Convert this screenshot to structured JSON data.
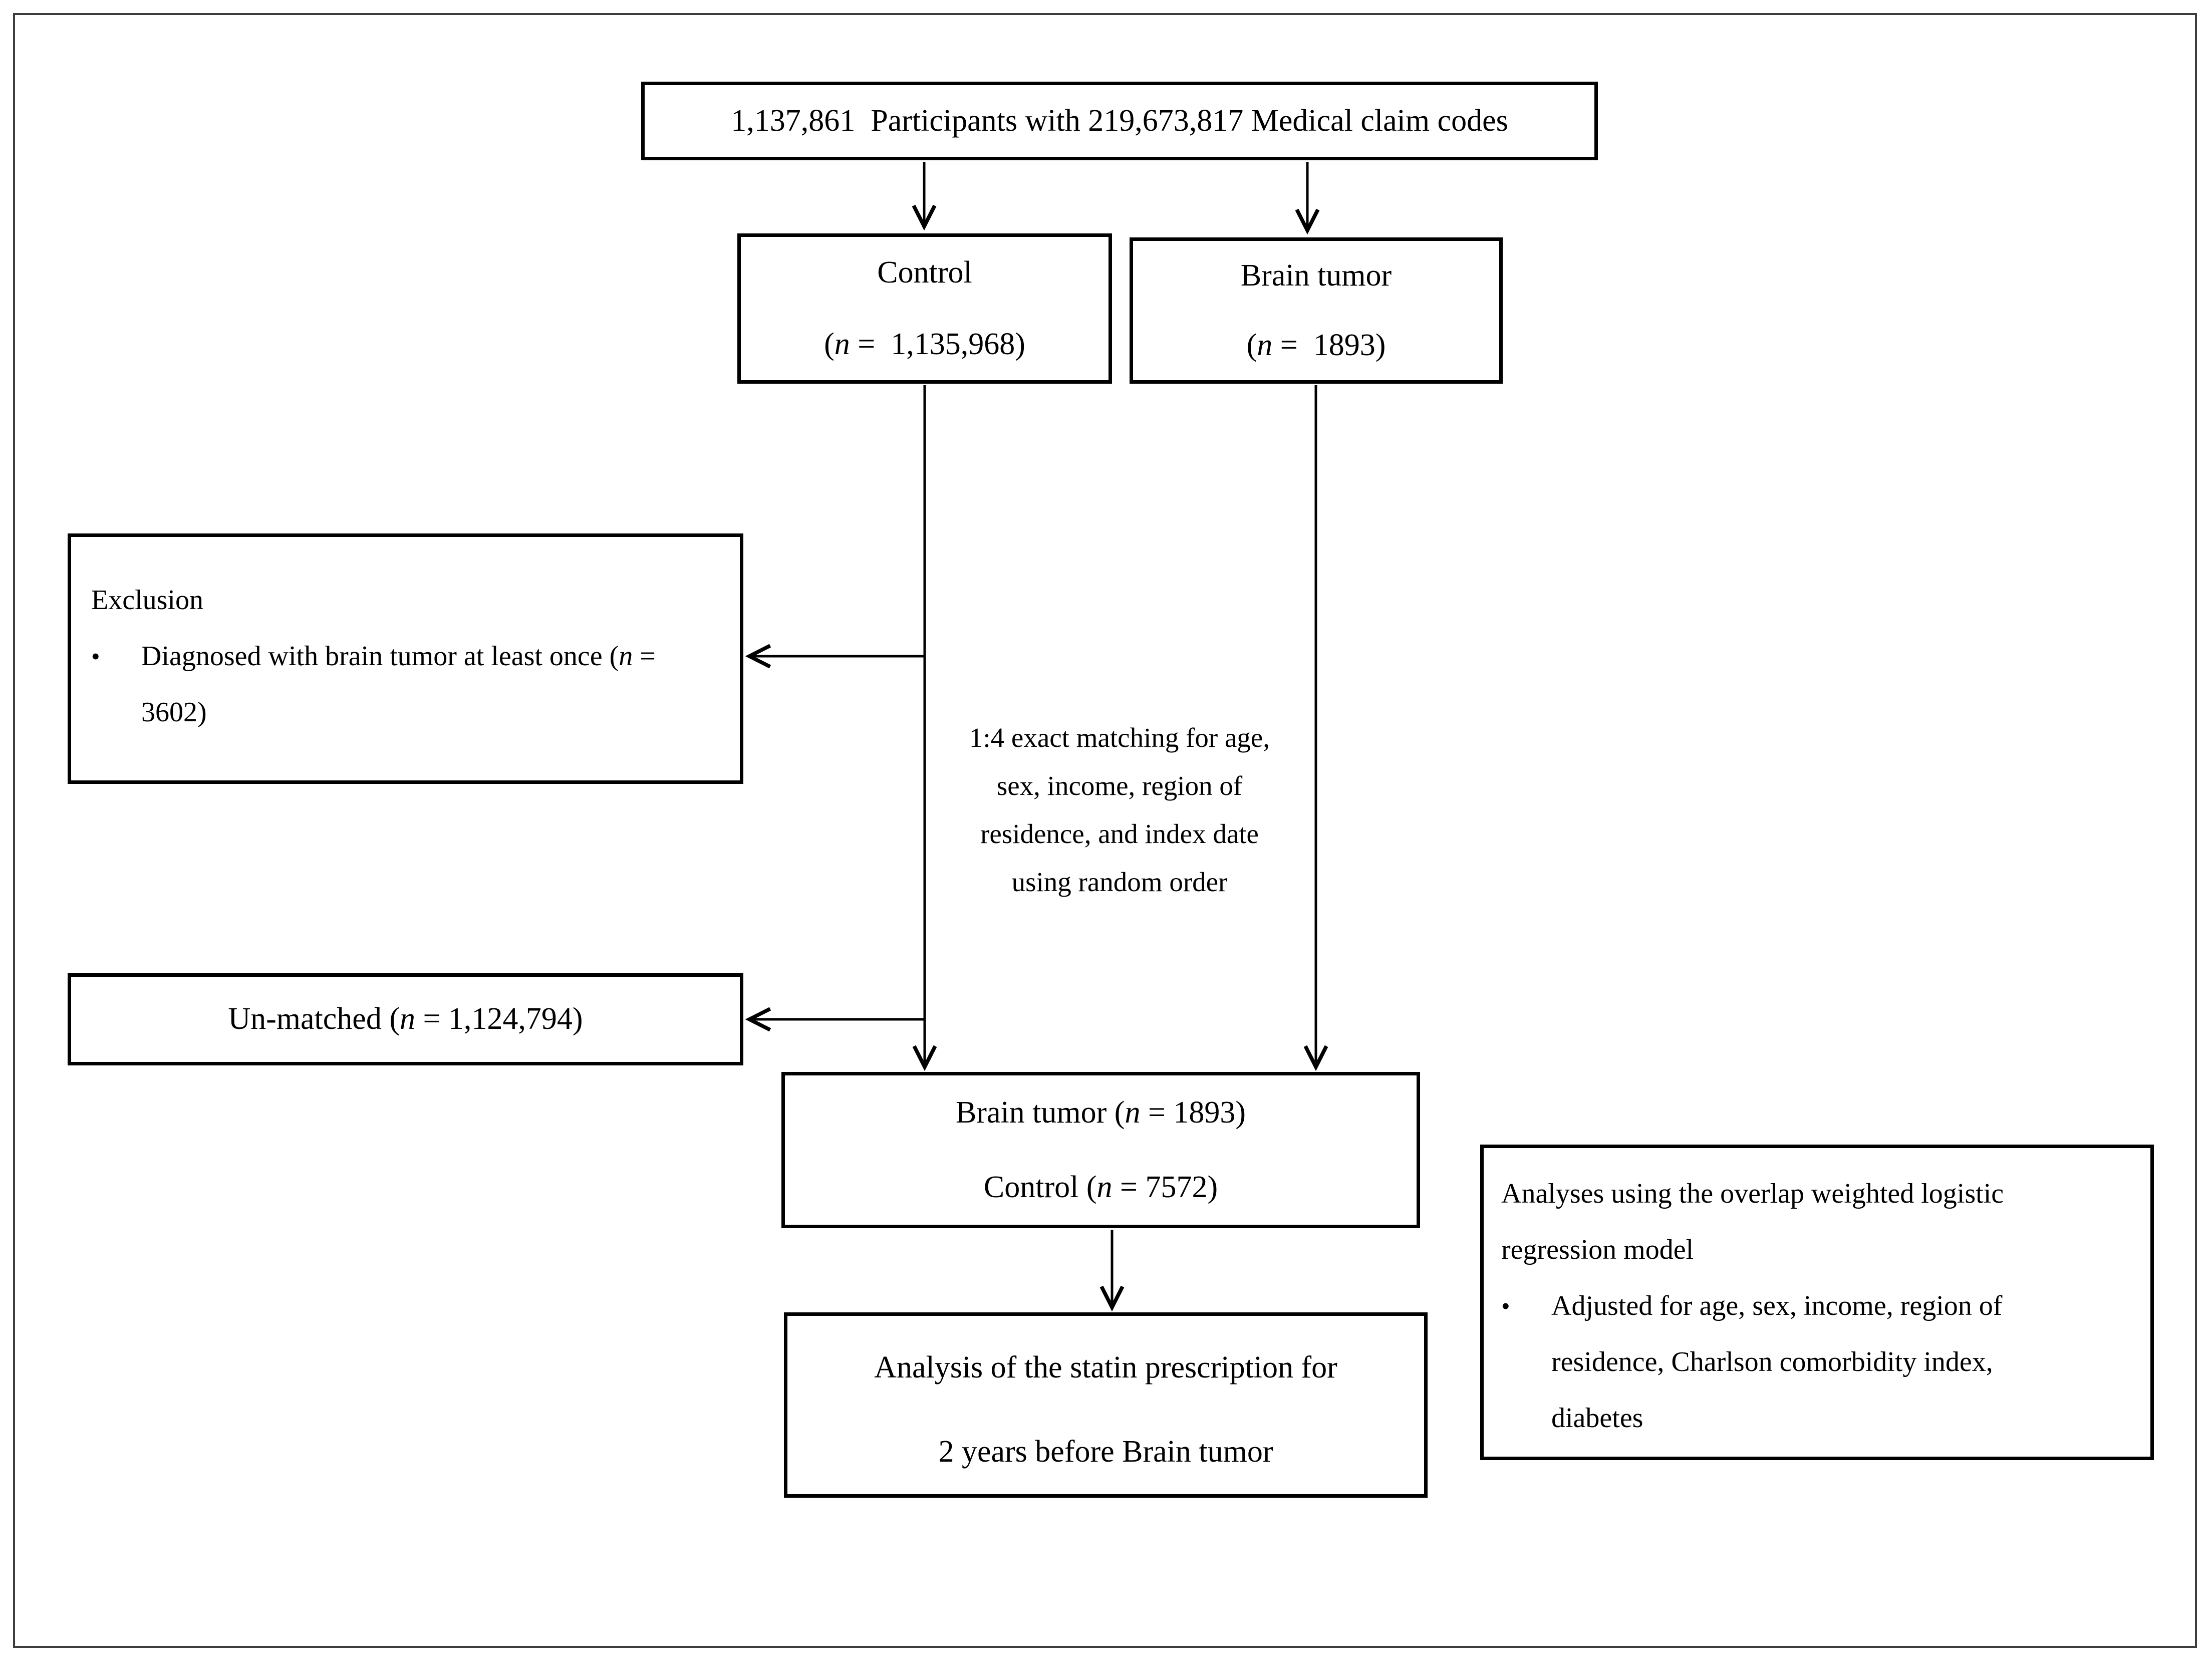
{
  "figure": {
    "colors": {
      "background": "#ffffff",
      "box_border": "#000000",
      "frame_border": "#3d3d3d",
      "text": "#000000"
    },
    "top_box": "1,137,861  Participants with 219,673,817 Medical claim codes",
    "control_box": {
      "title": "Control",
      "open": "(",
      "n": "n",
      "rest": " =  1,135,968)"
    },
    "brain_tumor_box": {
      "title": "Brain tumor",
      "open": "(",
      "n": "n",
      "rest": " =  1893)"
    },
    "exclusion_box": {
      "heading": "Exclusion",
      "bullet": "•",
      "item_line1_pre": "Diagnosed with brain tumor at least once (",
      "item_n": "n",
      "item_line1_post": " =",
      "item_line2": "3602)"
    },
    "matching_note": {
      "line1": "1:4 exact matching for age,",
      "line2": "sex, income, region of",
      "line3": "residence, and index date",
      "line4": "using random order"
    },
    "unmatched_box": {
      "pre": "Un-matched (",
      "n": "n",
      "rest": " = 1,124,794)"
    },
    "matched_box": {
      "line1_pre": "Brain tumor (",
      "line1_n": "n",
      "line1_rest": " = 1893)",
      "line2_pre": "Control (",
      "line2_n": "n",
      "line2_rest": " = 7572)"
    },
    "analysis_box": {
      "line1": "Analysis of the statin prescription for",
      "line2": "2 years before Brain tumor"
    },
    "right_box": {
      "line1": "Analyses using the overlap weighted logistic",
      "line2": "regression model",
      "bullet": "•",
      "item_line1": "Adjusted for age, sex, income, region of",
      "item_line2": "residence, Charlson comorbidity index,",
      "item_line3": "diabetes"
    }
  }
}
